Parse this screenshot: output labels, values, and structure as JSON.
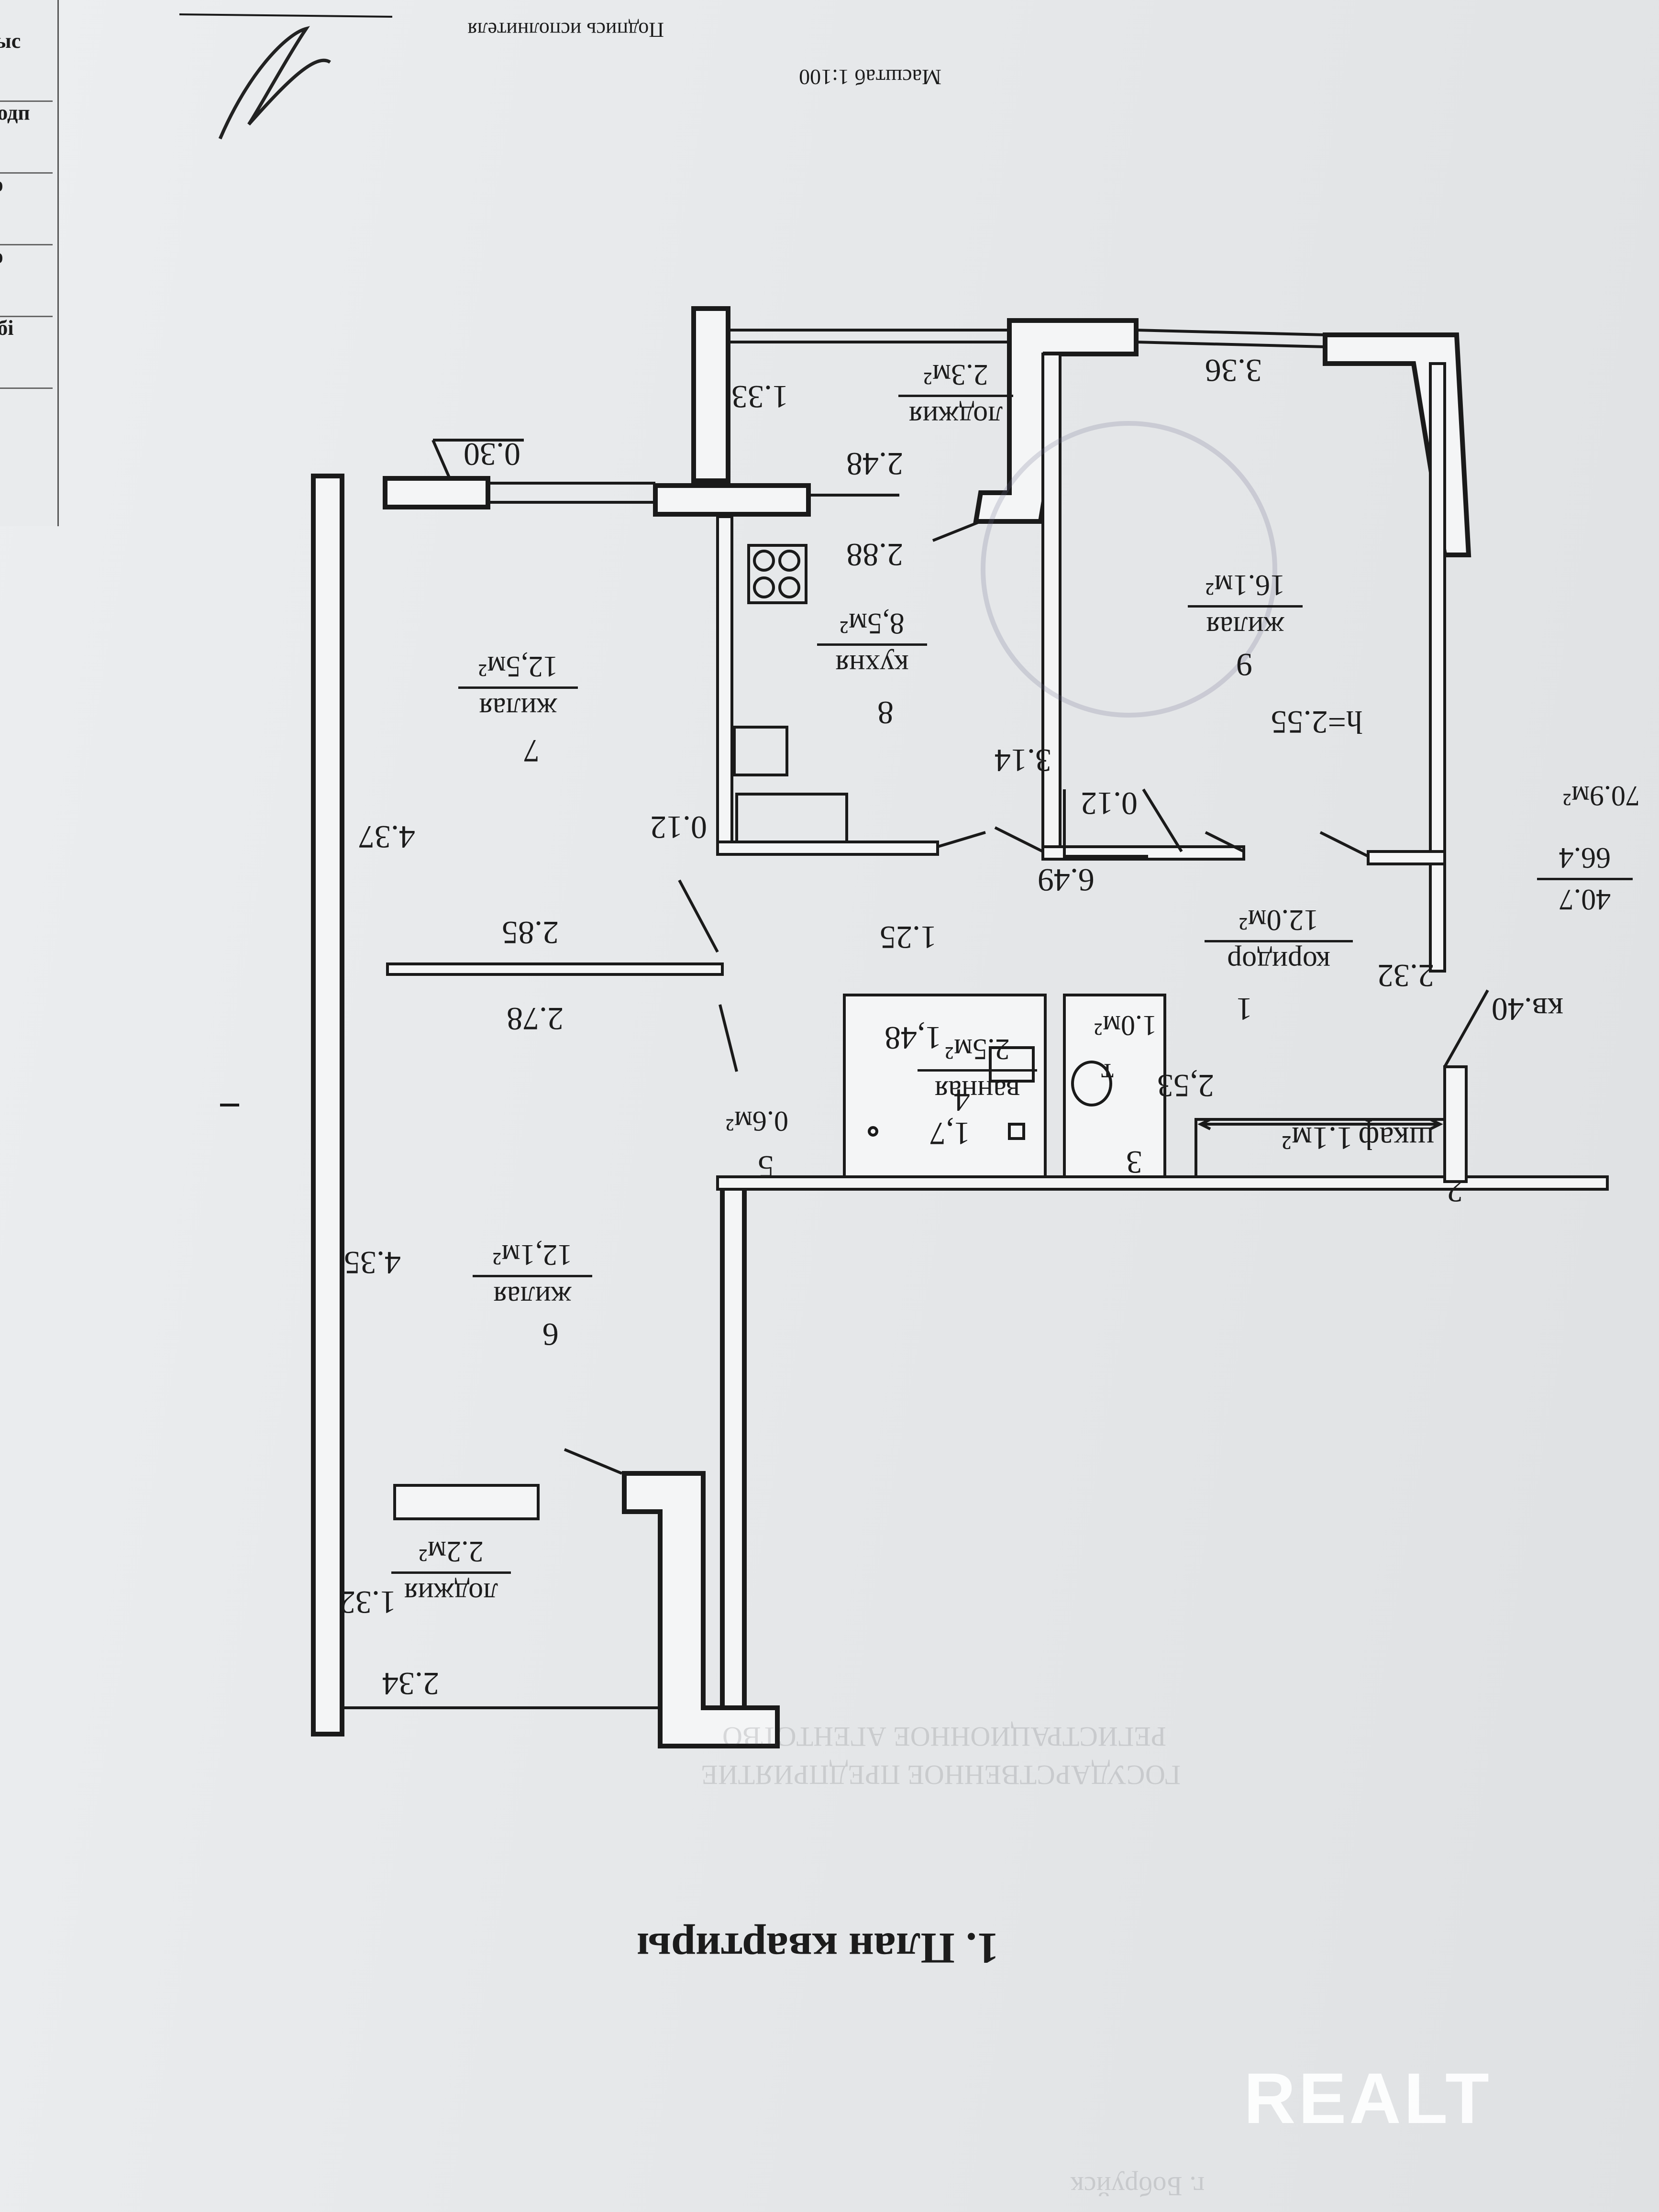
{
  "plan": {
    "title": "1. План квартиры",
    "scale": "Масштаб 1:100",
    "signature_label": "Подпись исполнителя",
    "apartment": "кв.40",
    "areas_total": {
      "living": "40.7",
      "useful": "66.4",
      "total": "70.9м²"
    },
    "ceiling_height": "h=2.55"
  },
  "rooms": [
    {
      "id": "1",
      "name": "коридор",
      "area": "12.0м²"
    },
    {
      "id": "2",
      "name": "шкаф",
      "area": "1.1м²"
    },
    {
      "id": "3",
      "name": "",
      "area": "1.0м²"
    },
    {
      "id": "4",
      "name": "ванная",
      "area": "2.5м²"
    },
    {
      "id": "5",
      "name": "",
      "area": "0.6м²"
    },
    {
      "id": "6",
      "name": "жилая",
      "area": "12,1м²"
    },
    {
      "id": "7",
      "name": "жилая",
      "area": "12,5м²"
    },
    {
      "id": "8",
      "name": "кухня",
      "area": "8,5м²"
    },
    {
      "id": "9",
      "name": "жилая",
      "area": "16.1м²"
    },
    {
      "id": "",
      "name": "лоджия",
      "area": "2.3м²"
    },
    {
      "id": "",
      "name": "лоджия",
      "area": "2.2м²"
    }
  ],
  "dimensions": {
    "d_336": "3.36",
    "d_133": "1.33",
    "d_248": "2.48",
    "d_288": "2.88",
    "d_030": "0.30",
    "d_314": "3.14",
    "d_012a": "0.12",
    "d_012b": "0.12",
    "d_649": "6.49",
    "d_437": "4.37",
    "d_285": "2.85",
    "d_125": "1.25",
    "d_278": "2.78",
    "d_232": "2.32",
    "d_253": "2,53",
    "d_148": "1,48",
    "d_17": "1,7",
    "d_435": "4.35",
    "d_234": "2.34",
    "d_132": "1.32",
    "tag_t": "т"
  },
  "margin": {
    "cell_1": "Обі",
    "cell_2": "Выс",
    "cell_3": "Подп",
    "cell_4": "ло",
    "cell_5": "ло"
  },
  "background_text": {
    "line1": "ГОСУДАРСТВЕННОЕ ПРЕДПРИЯТИЕ",
    "line2": "РЕГИСТРАЦИОННОЕ АГЕНТСТВО",
    "bottom": "г. Бобруйск"
  },
  "watermark": "REALT"
}
